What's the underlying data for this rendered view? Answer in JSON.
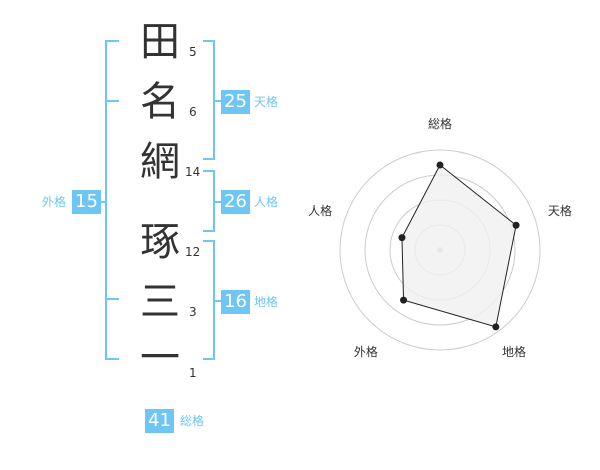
{
  "name": {
    "chars": [
      {
        "char": "田",
        "strokes": "5"
      },
      {
        "char": "名",
        "strokes": "6"
      },
      {
        "char": "網",
        "strokes": "14"
      },
      {
        "char": "琢",
        "strokes": "12"
      },
      {
        "char": "三",
        "strokes": "3"
      },
      {
        "char": "一",
        "strokes": "1"
      }
    ]
  },
  "fortunes": {
    "tenkaku": {
      "label": "天格",
      "value": "25"
    },
    "jinkaku": {
      "label": "人格",
      "value": "26"
    },
    "chikaku": {
      "label": "地格",
      "value": "16"
    },
    "gaikaku": {
      "label": "外格",
      "value": "15"
    },
    "soukaku": {
      "label": "総格",
      "value": "41"
    }
  },
  "chart_data": {
    "type": "radar",
    "axes": [
      "総格",
      "天格",
      "地格",
      "外格",
      "人格"
    ],
    "values": [
      0.85,
      0.8,
      0.95,
      0.62,
      0.4
    ],
    "rings": 4,
    "colors": {
      "fill": "#f0f0f0",
      "stroke": "#222222",
      "ring": "#cccccc",
      "center": "#cccccc"
    }
  },
  "colors": {
    "accent": "#6ec6f5",
    "text": "#333333"
  }
}
